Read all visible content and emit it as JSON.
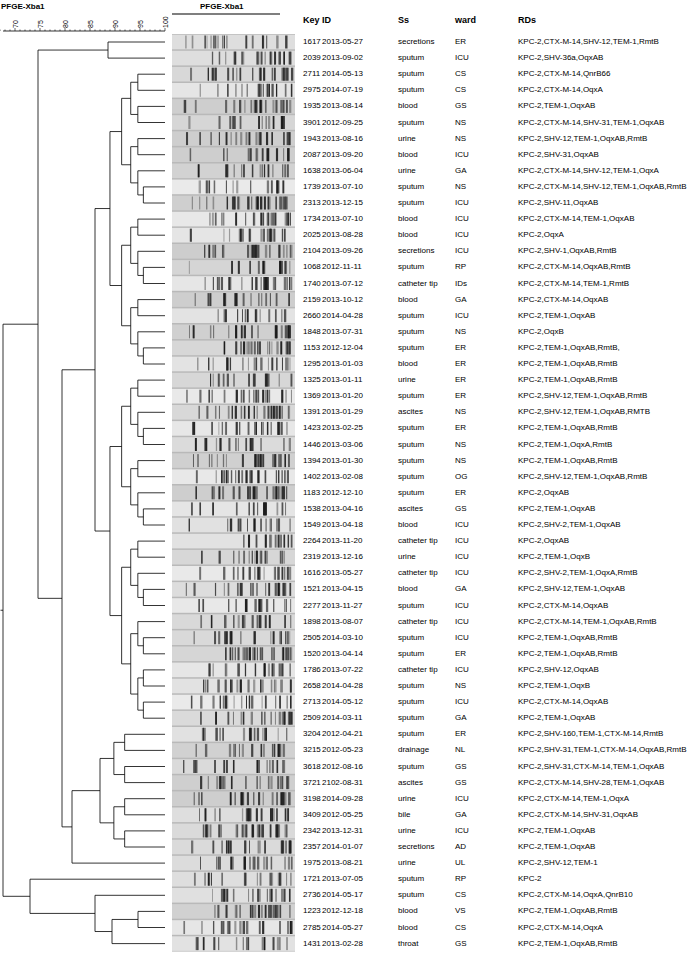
{
  "diagram": {
    "labels": [
      "PFGE-Xba1",
      "70",
      "75",
      "80",
      "85",
      "90",
      "95",
      "100",
      "PFGE-Xba1",
      "Key",
      "ID",
      "Ss",
      "ward",
      "RDs",
      "1617",
      "2013-05-27",
      "secretions",
      "ER",
      "KPC-2,CTX-M-14,SHV-12,TEM-1,RmtB",
      "2039",
      "2013-09-02",
      "sputum",
      "ICU",
      "KPC-2,SHV-36a,OqxAB",
      "2711",
      "2014-05-13",
      "sputum",
      "CS",
      "KPC-2,CTX-M-14,QnrB66",
      "2975",
      "2014-07-19",
      "sputum",
      "CS",
      "KPC-2,CTX-M-14,OqxA",
      "1935",
      "2013-08-14",
      "blood",
      "GS",
      "KPC-2,TEM-1,OqxAB",
      "3901",
      "2012-09-25",
      "sputum",
      "NS",
      "KPC-2,CTX-M-14,SHV-31,TEM-1,OqxAB",
      "1943",
      "2013-08-16",
      "urine",
      "NS",
      "KPC-2,SHV-12,TEM-1,OqxAB,RmtB",
      "2087",
      "2013-09-20",
      "blood",
      "ICU",
      "KPC-2,SHV-31,OqxAB",
      "1638",
      "2013-06-04",
      "urine",
      "GA",
      "KPC-2,CTX-M-14,SHV-12,TEM-1,OqxA",
      "1739",
      "2013-07-10",
      "sputum",
      "NS",
      "KPC-2,CTX-M-14,SHV-12,TEM-1,OqxAB,RmtB",
      "2313",
      "2013-12-15",
      "sputum",
      "ICU",
      "KPC-2,SHV-11,OqxAB",
      "1734",
      "2013-07-10",
      "blood",
      "ICU",
      "KPC-2,CTX-M-14,TEM-1,OqxAB",
      "2025",
      "2013-08-28",
      "blood",
      "ICU",
      "KPC-2,OqxA",
      "2104",
      "2013-09-26",
      "secretions",
      "ICU",
      "KPC-2,SHV-1,OqxAB,RmtB",
      "1068",
      "2012-11-11",
      "sputum",
      "RP",
      "KPC-2,CTX-M-14,OqxAB,RmtB",
      "1740",
      "2013-07-12",
      "catheter tip",
      "IDs",
      "KPC-2,CTX-M-14,TEM-1,RmtB",
      "2159",
      "2013-10-12",
      "blood",
      "GA",
      "KPC-2,CTX-M-14,OqxAB",
      "2660",
      "2014-04-28",
      "sputum",
      "ICU",
      "KPC-2,TEM-1,OqxAB",
      "1848",
      "2013-07-31",
      "sputum",
      "NS",
      "KPC-2,OqxB",
      "1153",
      "2012-12-04",
      "sputum",
      "ER",
      "KPC-2,TEM-1,OqxAB,RmtB,",
      "1295",
      "2013-01-03",
      "blood",
      "ER",
      "KPC-2,TEM-1,OqxAB,RmtB",
      "1325",
      "2013-01-11",
      "urine",
      "ER",
      "KPC-2,TEM-1,OqxAB,RmtB",
      "1369",
      "2013-01-20",
      "sputum",
      "ER",
      "KPC-2,SHV-12,TEM-1,OqxAB,RmtB",
      "1391",
      "2013-01-29",
      "ascites",
      "NS",
      "KPC-2,SHV-12,TEM-1,OqxAB,RMTB",
      "1423",
      "2013-02-25",
      "sputum",
      "ER",
      "KPC-2,TEM-1,OqxAB,RmtB",
      "1446",
      "2013-03-06",
      "sputum",
      "NS",
      "KPC-2,TEM-1,OqxA,RmtB",
      "1394",
      "2013-01-30",
      "sputum",
      "NS",
      "KPC-2,TEM-1,OqxAB,RmtB",
      "1402",
      "2013-02-08",
      "sputum",
      "OG",
      "KPC-2,SHV-12,TEM-1,OqxAB,RmtB",
      "1183",
      "2012-12-10",
      "sputum",
      "ER",
      "KPC-2,OqxAB",
      "1538",
      "2013-04-16",
      "ascites",
      "GS",
      "KPC-2,TEM-1,OqxAB",
      "1549",
      "2013-04-18",
      "blood",
      "ICU",
      "KPC-2,SHV-2,TEM-1,OqxAB",
      "2264",
      "2013-11-20",
      "catheter tip",
      "ICU",
      "KPC-2,OqxAB",
      "2319",
      "2013-12-16",
      "urine",
      "ICU",
      "KPC-2,TEM-1,OqxB",
      "1616",
      "2013-05-27",
      "catheter tip",
      "ICU",
      "KPC-2,SHV-2,TEM-1,OqxA,RmtB",
      "1521",
      "2013-04-15",
      "blood",
      "GA",
      "KPC-2,SHV-12,TEM-1,OqxAB",
      "2277",
      "2013-11-27",
      "sputum",
      "ICU",
      "KPC-2,CTX-M-14,OqxAB",
      "1898",
      "2013-08-07",
      "catheter tip",
      "ICU",
      "KPC-2,CTX-M-14,TEM-1,OqxAB,RmtB",
      "2505",
      "2014-03-10",
      "sputum",
      "ICU",
      "KPC-2,TEM-1,OqxAB,RmtB",
      "1520",
      "2013-04-14",
      "sputum",
      "ER",
      "KPC-2,TEM-1,OqxAB,RmtB",
      "1786",
      "2013-07-22",
      "catheter tip",
      "ICU",
      "KPC-2,SHV-12,OqxAB",
      "2658",
      "2014-04-28",
      "sputum",
      "NS",
      "KPC-2,TEM-1,OqxB",
      "2713",
      "2014-05-12",
      "sputum",
      "ICU",
      "KPC-2,CTX-M-14,OqxAB",
      "2509",
      "2014-03-11",
      "sputum",
      "GA",
      "KPC-2,TEM-1,OqxAB",
      "3204",
      "2012-04-21",
      "sputum",
      "ER",
      "KPC-2,SHV-160,TEM-1,CTX-M-14,RmtB",
      "3215",
      "2012-05-23",
      "drainage",
      "NL",
      "KPC-2,SHV-31,TEM-1,CTX-M-14,OqxAB,RmtB",
      "3618",
      "2012-08-16",
      "sputum",
      "GS",
      "KPC-2,SHV-31,CTX-M-14,TEM-1,OqxAB",
      "3721",
      "2102-08-31",
      "ascites",
      "GS",
      "KPC-2,CTX-M-14,SHV-28,TEM-1,OqxAB",
      "3198",
      "2014-09-28",
      "urine",
      "ICU",
      "KPC-2,CTX-M-14,TEM-1,OqxA",
      "3409",
      "2012-05-25",
      "bile",
      "GA",
      "KPC-2,CTX-M-14,SHV-31,OqxAB",
      "2342",
      "2013-12-31",
      "urine",
      "ICU",
      "KPC-2,TEM-1,OqxAB",
      "2357",
      "2014-01-07",
      "secretions",
      "AD",
      "KPC-2,TEM-1,OqxAB",
      "1975",
      "2013-08-21",
      "urine",
      "UL",
      "KPC-2,SHV-12,TEM-1",
      "1721",
      "2013-07-05",
      "sputum",
      "RP",
      "KPC-2",
      "2736",
      "2014-05-17",
      "sputum",
      "CS",
      "KPC-2,CTX-M-14,OqxA,QnrB10",
      "1223",
      "2012-12-18",
      "blood",
      "VS",
      "KPC-2,TEM-1,OqxAB,RmtB",
      "2785",
      "2014-05-27",
      "blood",
      "CS",
      "KPC-2,CTX-M-14,OqxA",
      "1431",
      "2013-02-28",
      "throat",
      "GS",
      "KPC-2,TEM-1,OqxAB,RmtB"
    ]
  }
}
